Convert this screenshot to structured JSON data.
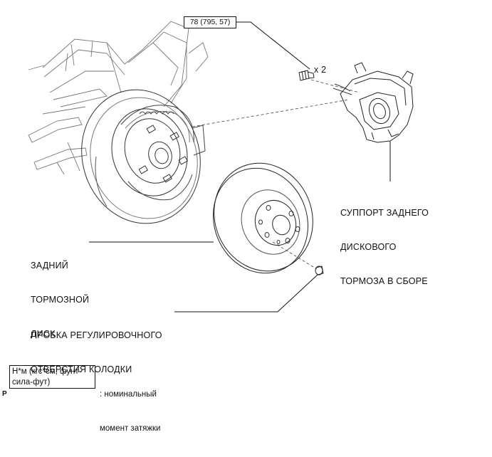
{
  "torque_spec": "78 (795, 57)",
  "bolt_quantity": "x 2",
  "caliper_label": [
    "СУППОРТ ЗАДНЕГО",
    "ДИСКОВОГО",
    "ТОРМОЗА В СБОРЕ"
  ],
  "disc_label": [
    "ЗАДНИЙ",
    "ТОРМОЗНОЙ",
    "ДИСК"
  ],
  "plug_label": [
    "ПРОБКА РЕГУЛИРОВОЧНОГО",
    "ОТВЕРСТИЯ КОЛОДКИ"
  ],
  "legend": {
    "box": [
      "Н*м (кгс*см, фунт-",
      "сила-фут)"
    ],
    "description": [
      ": номинальный",
      "момент затяжки"
    ]
  },
  "corner_mark": "P"
}
